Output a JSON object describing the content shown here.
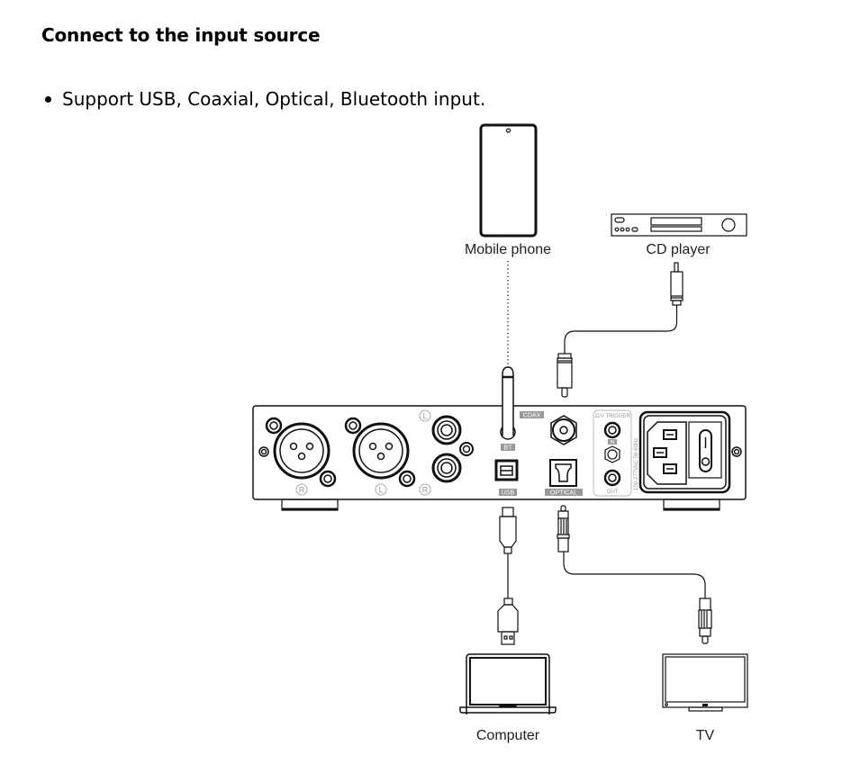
{
  "section": {
    "heading": "Connect to the input source",
    "bullets": [
      "Support USB, Coaxial, Optical, Bluetooth input."
    ]
  },
  "diagram": {
    "devices": {
      "mobile_phone": "Mobile phone",
      "cd_player": "CD player",
      "computer": "Computer",
      "tv": "TV"
    },
    "panel_labels": {
      "coax": "COAX",
      "bt": "BT",
      "usb": "USB",
      "optical": "OPTICAL",
      "trigger": "12V TRIGGER",
      "trigger_in": "IN",
      "trigger_out": "OUT",
      "power_rating": "100-277VAC 50-60Hz",
      "xlr_right": "R",
      "xlr_left": "L",
      "rca_left": "L",
      "rca_right": "R"
    },
    "connections": [
      {
        "from": "Mobile phone",
        "to": "BT",
        "type": "wireless"
      },
      {
        "from": "CD player",
        "to": "COAX",
        "type": "coaxial cable"
      },
      {
        "from": "Computer",
        "to": "USB",
        "type": "USB cable"
      },
      {
        "from": "TV",
        "to": "OPTICAL",
        "type": "optical cable"
      }
    ]
  }
}
